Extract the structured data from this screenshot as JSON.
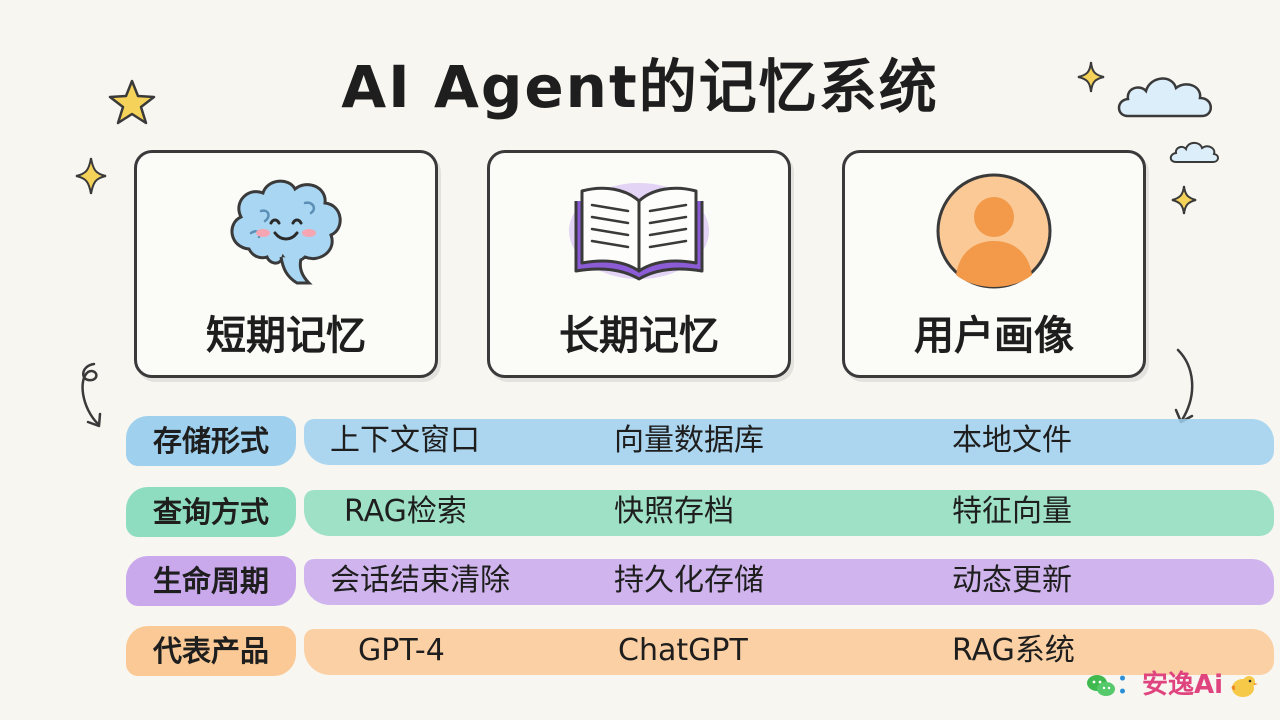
{
  "title": "AI Agent的记忆系统",
  "cards": [
    {
      "label": "短期记忆",
      "icon": "brain-icon"
    },
    {
      "label": "长期记忆",
      "icon": "open-book-icon"
    },
    {
      "label": "用户画像",
      "icon": "user-avatar-icon"
    }
  ],
  "rows": [
    {
      "tag": "存储形式",
      "color": "#9fd0ee",
      "values": [
        "上下文窗口",
        "向量数据库",
        "本地文件"
      ]
    },
    {
      "tag": "查询方式",
      "color": "#8fddc0",
      "values": [
        "RAG检索",
        "快照存档",
        "特征向量"
      ]
    },
    {
      "tag": "生命周期",
      "color": "#c9a8ec",
      "values": [
        "会话结束清除",
        "持久化存储",
        "动态更新"
      ]
    },
    {
      "tag": "代表产品",
      "color": "#fbc996",
      "values": [
        "GPT-4",
        "ChatGPT",
        "RAG系统"
      ]
    }
  ],
  "watermark": {
    "separator": "：",
    "brand_text": "安逸Ai",
    "icon": "wechat-icon"
  },
  "colors": {
    "text": "#1e1e1e",
    "border": "#3a3a3a",
    "star": "#f5d35a"
  }
}
